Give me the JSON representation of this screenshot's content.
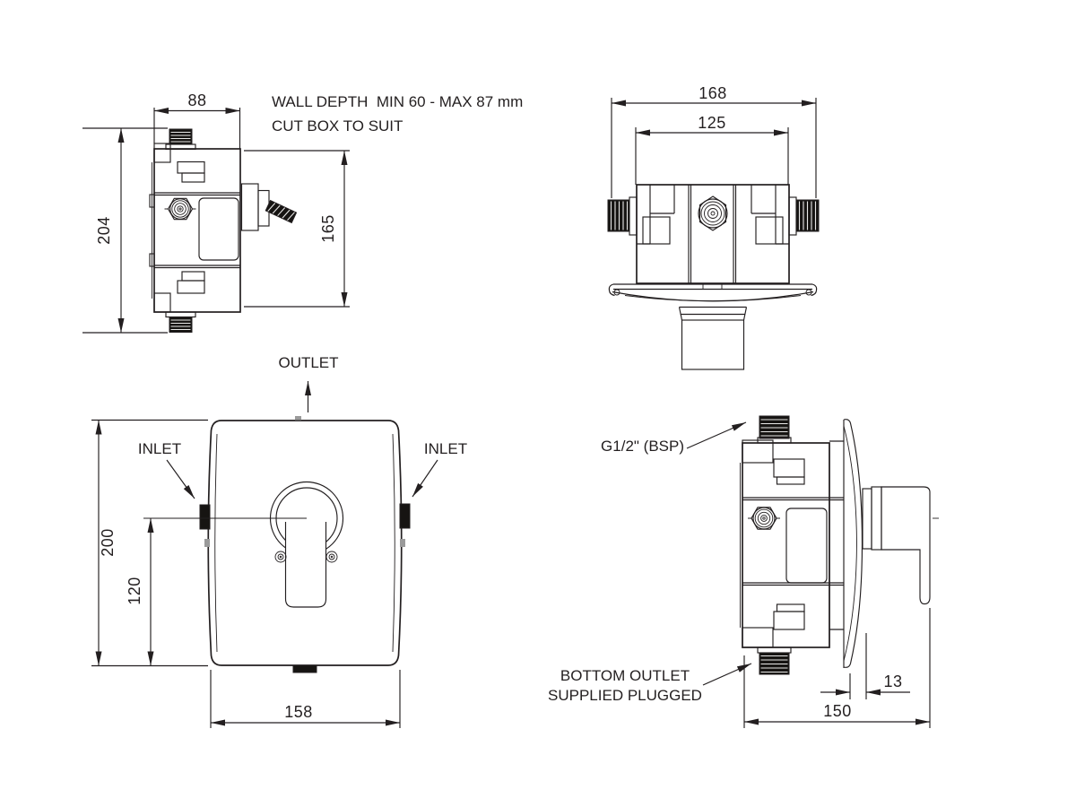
{
  "colors": {
    "line": "#231f20",
    "black_fill": "#161412",
    "background": "#ffffff",
    "tick_gray": "#9a9a9a"
  },
  "views": {
    "box_side": {
      "title": "rough-in box side view",
      "dims": {
        "width": "88",
        "overall_height": "204",
        "body_height": "165"
      },
      "notes": {
        "wall_depth": "WALL DEPTH  MIN 60 - MAX 87 mm",
        "cut_box": "CUT BOX TO SUIT"
      }
    },
    "box_top": {
      "title": "rough-in box top view",
      "dims": {
        "overall_width": "168",
        "body_width": "125"
      }
    },
    "trim_front": {
      "title": "faceplate front view",
      "labels": {
        "outlet": "OUTLET",
        "inlet_left": "INLET",
        "inlet_right": "INLET"
      },
      "dims": {
        "overall_height": "200",
        "inlet_height": "120",
        "width": "158"
      }
    },
    "trim_side": {
      "title": "trim side view",
      "labels": {
        "thread": "G1/2\" (BSP)",
        "bottom_outlet_line1": "BOTTOM OUTLET",
        "bottom_outlet_line2": "SUPPLIED PLUGGED"
      },
      "dims": {
        "plate_depth": "13",
        "overall_depth": "150"
      }
    }
  }
}
